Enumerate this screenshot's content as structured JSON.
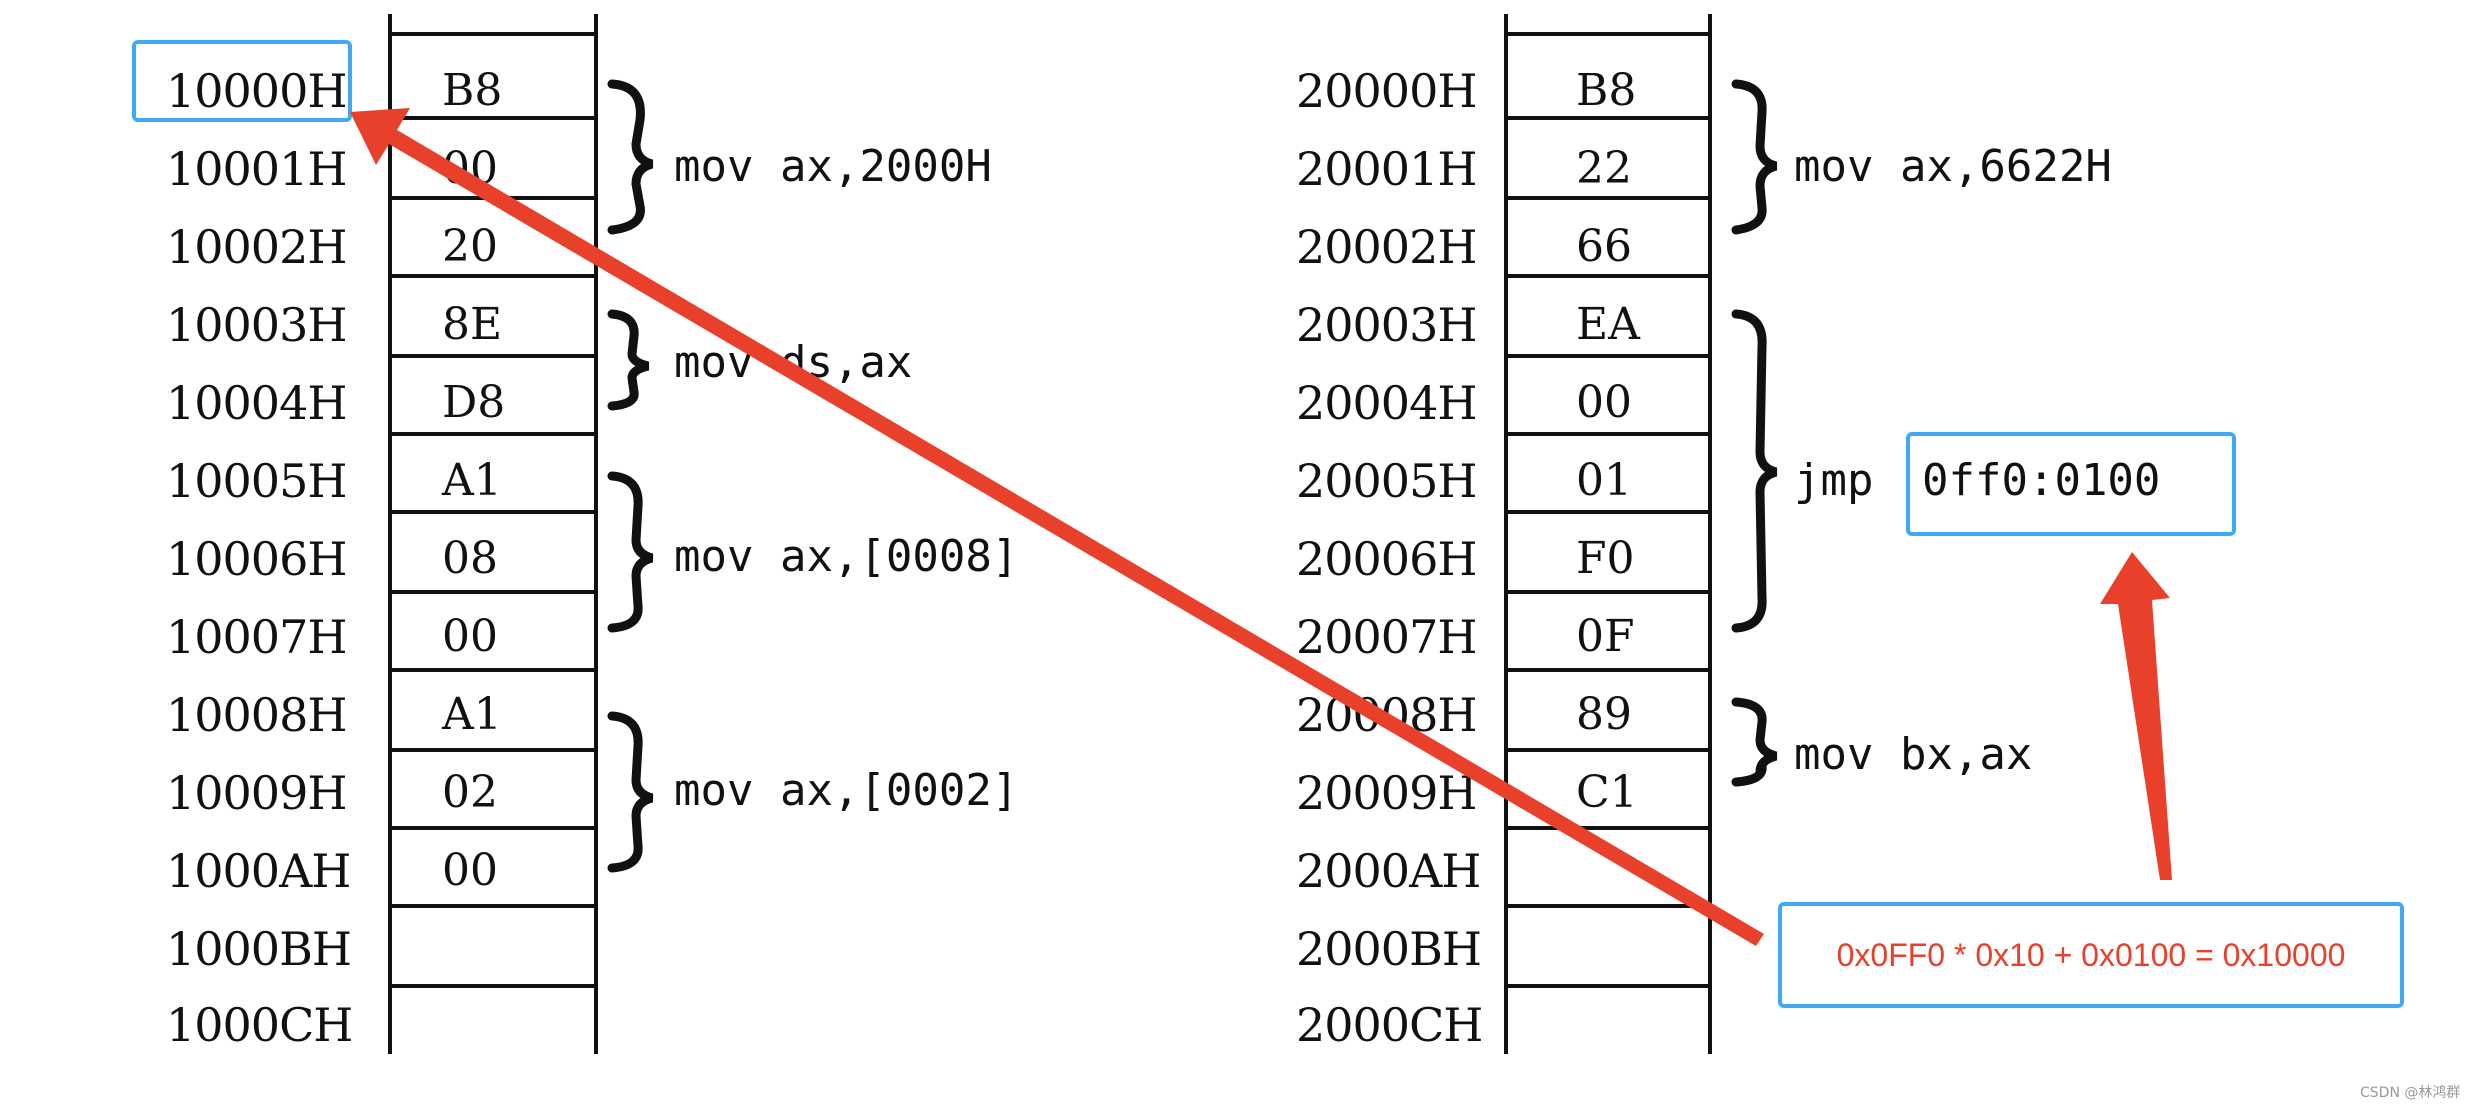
{
  "left_memory": {
    "addresses": [
      "10000H",
      "10001H",
      "10002H",
      "10003H",
      "10004H",
      "10005H",
      "10006H",
      "10007H",
      "10008H",
      "10009H",
      "1000AH",
      "1000BH",
      "1000CH"
    ],
    "cells": [
      "B8",
      "00",
      "20",
      "8E",
      "D8",
      "A1",
      "08",
      "00",
      "A1",
      "02",
      "00",
      "",
      ""
    ],
    "instructions": [
      {
        "text": "mov ax,2000H"
      },
      {
        "text": "mov ds,ax"
      },
      {
        "text": "mov ax,[0008]"
      },
      {
        "text": "mov ax,[0002]"
      }
    ]
  },
  "right_memory": {
    "addresses": [
      "20000H",
      "20001H",
      "20002H",
      "20003H",
      "20004H",
      "20005H",
      "20006H",
      "20007H",
      "20008H",
      "20009H",
      "2000AH",
      "2000BH",
      "2000CH"
    ],
    "cells": [
      "B8",
      "22",
      "66",
      "EA",
      "00",
      "01",
      "F0",
      "0F",
      "89",
      "C1",
      "",
      "",
      ""
    ],
    "instructions": [
      {
        "text": "mov ax,6622H"
      },
      {
        "text": "jmp "
      },
      {
        "text": "mov bx,ax"
      }
    ],
    "jmp_target": "0ff0:0100"
  },
  "annotation": {
    "formula": "0x0FF0 * 0x10 + 0x0100 = 0x10000",
    "highlight_color": "#3fa9f5",
    "arrow_color": "#e8402b"
  },
  "watermark": "CSDN @林鸿群"
}
